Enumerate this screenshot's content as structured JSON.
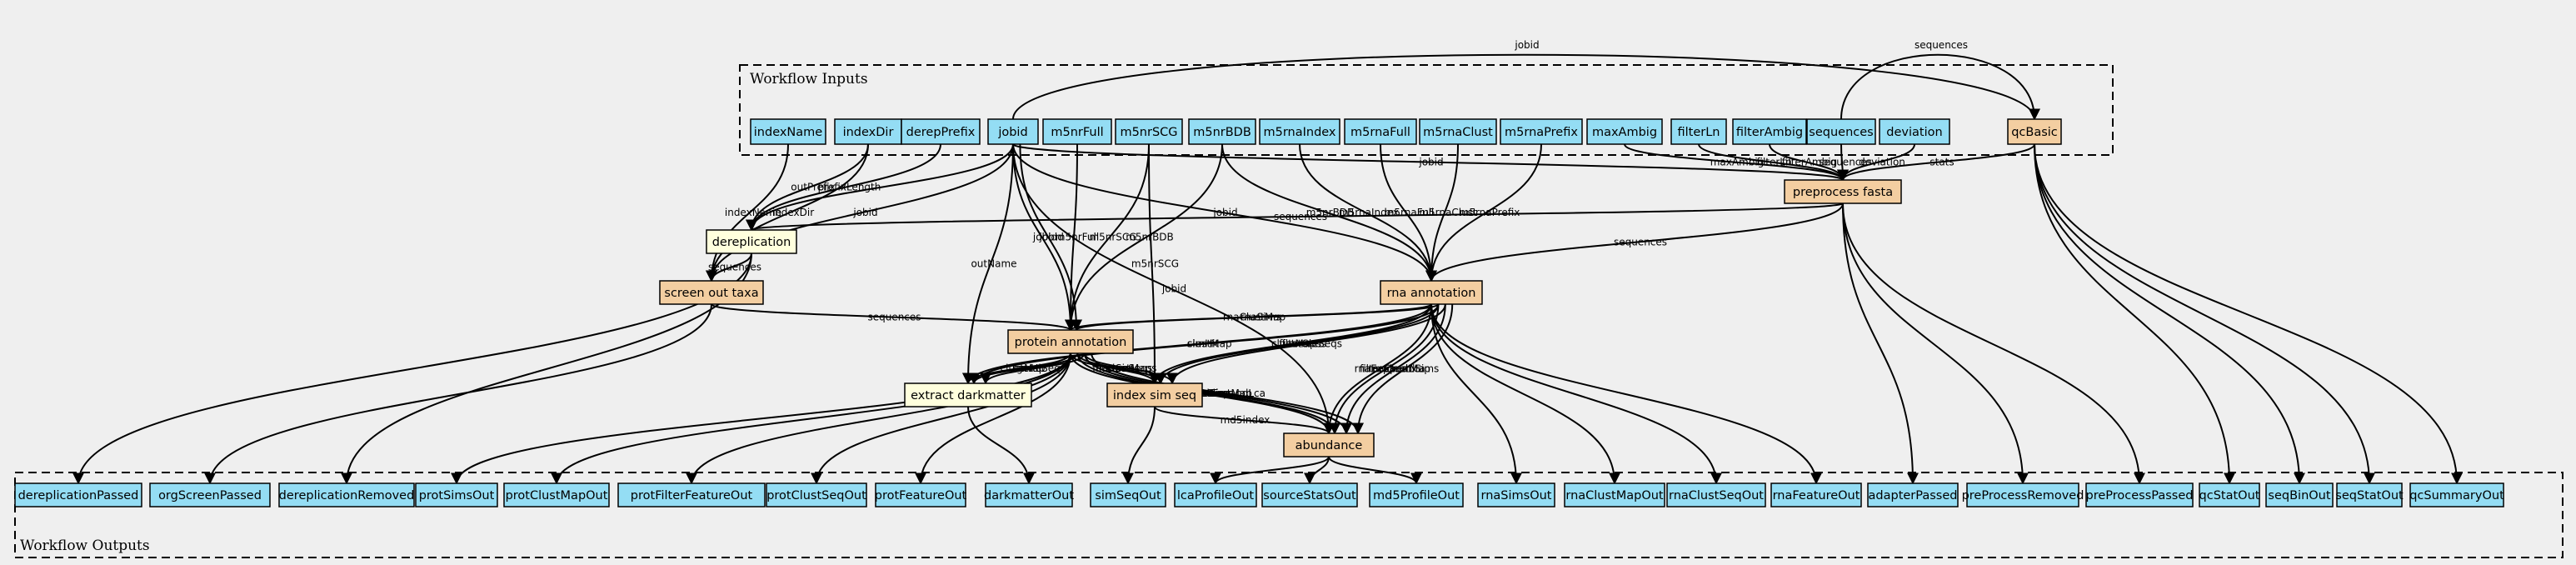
{
  "clusters": {
    "inputs_label": "Workflow Inputs",
    "outputs_label": "Workflow Outputs"
  },
  "colors": {
    "io": "#94DDF4",
    "step": "#F3CEA1",
    "expr": "#FFFFDD",
    "background": "#EFEFEF"
  },
  "inputs": [
    {
      "id": "indexName",
      "label": "indexName"
    },
    {
      "id": "indexDir",
      "label": "indexDir"
    },
    {
      "id": "derepPrefix",
      "label": "derepPrefix"
    },
    {
      "id": "jobid",
      "label": "jobid"
    },
    {
      "id": "m5nrFull",
      "label": "m5nrFull"
    },
    {
      "id": "m5nrSCG",
      "label": "m5nrSCG"
    },
    {
      "id": "m5nrBDB",
      "label": "m5nrBDB"
    },
    {
      "id": "m5rnaIndex",
      "label": "m5rnaIndex"
    },
    {
      "id": "m5rnaFull",
      "label": "m5rnaFull"
    },
    {
      "id": "m5rnaClust",
      "label": "m5rnaClust"
    },
    {
      "id": "m5rnaPrefix",
      "label": "m5rnaPrefix"
    },
    {
      "id": "maxAmbig",
      "label": "maxAmbig"
    },
    {
      "id": "filterLn",
      "label": "filterLn"
    },
    {
      "id": "filterAmbig",
      "label": "filterAmbig"
    },
    {
      "id": "sequences",
      "label": "sequences"
    },
    {
      "id": "deviation",
      "label": "deviation"
    }
  ],
  "steps": [
    {
      "id": "qcBasic",
      "label": "qcBasic"
    },
    {
      "id": "preprocess",
      "label": "preprocess fasta"
    },
    {
      "id": "dereplication",
      "label": "dereplication"
    },
    {
      "id": "screen",
      "label": "screen out taxa"
    },
    {
      "id": "rna",
      "label": "rna annotation"
    },
    {
      "id": "protein",
      "label": "protein annotation"
    },
    {
      "id": "darkmatter",
      "label": "extract darkmatter"
    },
    {
      "id": "simseq",
      "label": "index sim seq"
    },
    {
      "id": "abundance",
      "label": "abundance"
    }
  ],
  "outputs": [
    {
      "id": "dereplicationPassed",
      "label": "dereplicationPassed"
    },
    {
      "id": "orgScreenPassed",
      "label": "orgScreenPassed"
    },
    {
      "id": "dereplicationRemoved",
      "label": "dereplicationRemoved"
    },
    {
      "id": "protSimsOut",
      "label": "protSimsOut"
    },
    {
      "id": "protClustMapOut",
      "label": "protClustMapOut"
    },
    {
      "id": "protFilterFeatureOut",
      "label": "protFilterFeatureOut"
    },
    {
      "id": "protClustSeqOut",
      "label": "protClustSeqOut"
    },
    {
      "id": "protFeatureOut",
      "label": "protFeatureOut"
    },
    {
      "id": "darkmatterOut",
      "label": "darkmatterOut"
    },
    {
      "id": "simSeqOut",
      "label": "simSeqOut"
    },
    {
      "id": "lcaProfileOut",
      "label": "lcaProfileOut"
    },
    {
      "id": "sourceStatsOut",
      "label": "sourceStatsOut"
    },
    {
      "id": "md5ProfileOut",
      "label": "md5ProfileOut"
    },
    {
      "id": "rnaSimsOut",
      "label": "rnaSimsOut"
    },
    {
      "id": "rnaClustMapOut",
      "label": "rnaClustMapOut"
    },
    {
      "id": "rnaClustSeqOut",
      "label": "rnaClustSeqOut"
    },
    {
      "id": "rnaFeatureOut",
      "label": "rnaFeatureOut"
    },
    {
      "id": "adapterPassed",
      "label": "adapterPassed"
    },
    {
      "id": "preProcessRemoved",
      "label": "preProcessRemoved"
    },
    {
      "id": "preProcessPassed",
      "label": "preProcessPassed"
    },
    {
      "id": "qcStatOut",
      "label": "qcStatOut"
    },
    {
      "id": "seqBinOut",
      "label": "seqBinOut"
    },
    {
      "id": "seqStatOut",
      "label": "seqStatOut"
    },
    {
      "id": "qcSummaryOut",
      "label": "qcSummaryOut"
    }
  ],
  "edges": [
    {
      "from": "sequences",
      "to": "qcBasic",
      "label": "sequences"
    },
    {
      "from": "jobid",
      "to": "qcBasic",
      "label": "jobid"
    },
    {
      "from": "maxAmbig",
      "to": "preprocess",
      "label": "maxAmbig"
    },
    {
      "from": "filterLn",
      "to": "preprocess",
      "label": "filterLn"
    },
    {
      "from": "filterAmbig",
      "to": "preprocess",
      "label": "filterAmbig"
    },
    {
      "from": "sequences",
      "to": "preprocess",
      "label": "sequences"
    },
    {
      "from": "deviation",
      "to": "preprocess",
      "label": "deviation"
    },
    {
      "from": "qcBasic",
      "to": "preprocess",
      "label": "stats"
    },
    {
      "from": "jobid",
      "to": "preprocess",
      "label": "jobid"
    },
    {
      "from": "preprocess",
      "to": "dereplication",
      "label": "sequences"
    },
    {
      "from": "derepPrefix",
      "to": "dereplication",
      "label": "prefixLength"
    },
    {
      "from": "indexDir",
      "to": "dereplication",
      "label": "outPrefix"
    },
    {
      "from": "jobid",
      "to": "dereplication",
      "label": ""
    },
    {
      "from": "dereplication",
      "to": "screen",
      "label": "sequences"
    },
    {
      "from": "indexName",
      "to": "screen",
      "label": "indexName"
    },
    {
      "from": "indexDir",
      "to": "screen",
      "label": "indexDir"
    },
    {
      "from": "jobid",
      "to": "screen",
      "label": "jobid"
    },
    {
      "from": "preprocess",
      "to": "rna",
      "label": "sequences"
    },
    {
      "from": "m5rnaIndex",
      "to": "rna",
      "label": "m5rnaIndex"
    },
    {
      "from": "m5rnaFull",
      "to": "rna",
      "label": "m5rnaFull"
    },
    {
      "from": "m5rnaClust",
      "to": "rna",
      "label": "m5rnaClust"
    },
    {
      "from": "m5rnaPrefix",
      "to": "rna",
      "label": "m5rnaPrefix"
    },
    {
      "from": "m5nrBDB",
      "to": "rna",
      "label": "m5nrBDB"
    },
    {
      "from": "jobid",
      "to": "rna",
      "label": "jobid"
    },
    {
      "from": "screen",
      "to": "protein",
      "label": "sequences"
    },
    {
      "from": "rna",
      "to": "protein",
      "label": "rnaClustMap"
    },
    {
      "from": "rna",
      "to": "protein",
      "label": "rnaSims"
    },
    {
      "from": "m5nrFull",
      "to": "protein",
      "label": "m5nrFull"
    },
    {
      "from": "m5nrSCG",
      "to": "protein",
      "label": "m5nrSCG"
    },
    {
      "from": "m5nrBDB",
      "to": "protein",
      "label": "m5nrBDB"
    },
    {
      "from": "jobid",
      "to": "protein",
      "label": "jobid"
    },
    {
      "from": "jobid",
      "to": "protein",
      "label": "jobid"
    },
    {
      "from": "protein",
      "to": "darkmatter",
      "label": "clustMap"
    },
    {
      "from": "protein",
      "to": "darkmatter",
      "label": "simHit"
    },
    {
      "from": "protein",
      "to": "darkmatter",
      "label": "geneSeq"
    },
    {
      "from": "rna",
      "to": "darkmatter",
      "label": "simHit"
    },
    {
      "from": "rna",
      "to": "darkmatter",
      "label": "clustMap"
    },
    {
      "from": "jobid",
      "to": "darkmatter",
      "label": "outName"
    },
    {
      "from": "protein",
      "to": "simseq",
      "label": "filterSims"
    },
    {
      "from": "protein",
      "to": "simseq",
      "label": "featureSeqs"
    },
    {
      "from": "protein",
      "to": "simseq",
      "label": "clustMaps"
    },
    {
      "from": "rna",
      "to": "simseq",
      "label": "clustMaps"
    },
    {
      "from": "rna",
      "to": "simseq",
      "label": "filterSims"
    },
    {
      "from": "rna",
      "to": "simseq",
      "label": "featureSeqs"
    },
    {
      "from": "m5nrSCG",
      "to": "simseq",
      "label": "m5nrSCG"
    },
    {
      "from": "protein",
      "to": "abundance",
      "label": "expandSims"
    },
    {
      "from": "protein",
      "to": "abundance",
      "label": "filterSims"
    },
    {
      "from": "protein",
      "to": "abundance",
      "label": "protClustMap"
    },
    {
      "from": "protein",
      "to": "abundance",
      "label": "protExpandLca"
    },
    {
      "from": "simseq",
      "to": "abundance",
      "label": "md5index"
    },
    {
      "from": "rna",
      "to": "abundance",
      "label": "filterSims"
    },
    {
      "from": "rna",
      "to": "abundance",
      "label": "rnaExpandLca"
    },
    {
      "from": "rna",
      "to": "abundance",
      "label": "rnaClustMap"
    },
    {
      "from": "rna",
      "to": "abundance",
      "label": "expandSims"
    },
    {
      "from": "jobid",
      "to": "abundance",
      "label": "jobid"
    },
    {
      "from": "dereplication",
      "to": "dereplicationPassed",
      "label": ""
    },
    {
      "from": "dereplication",
      "to": "dereplicationRemoved",
      "label": ""
    },
    {
      "from": "screen",
      "to": "orgScreenPassed",
      "label": ""
    },
    {
      "from": "protein",
      "to": "protSimsOut",
      "label": ""
    },
    {
      "from": "protein",
      "to": "protClustMapOut",
      "label": ""
    },
    {
      "from": "protein",
      "to": "protFilterFeatureOut",
      "label": ""
    },
    {
      "from": "protein",
      "to": "protClustSeqOut",
      "label": ""
    },
    {
      "from": "protein",
      "to": "protFeatureOut",
      "label": ""
    },
    {
      "from": "darkmatter",
      "to": "darkmatterOut",
      "label": ""
    },
    {
      "from": "simseq",
      "to": "simSeqOut",
      "label": ""
    },
    {
      "from": "abundance",
      "to": "lcaProfileOut",
      "label": ""
    },
    {
      "from": "abundance",
      "to": "sourceStatsOut",
      "label": ""
    },
    {
      "from": "abundance",
      "to": "md5ProfileOut",
      "label": ""
    },
    {
      "from": "rna",
      "to": "rnaSimsOut",
      "label": ""
    },
    {
      "from": "rna",
      "to": "rnaClustMapOut",
      "label": ""
    },
    {
      "from": "rna",
      "to": "rnaClustSeqOut",
      "label": ""
    },
    {
      "from": "rna",
      "to": "rnaFeatureOut",
      "label": ""
    },
    {
      "from": "preprocess",
      "to": "adapterPassed",
      "label": ""
    },
    {
      "from": "preprocess",
      "to": "preProcessRemoved",
      "label": ""
    },
    {
      "from": "preprocess",
      "to": "preProcessPassed",
      "label": ""
    },
    {
      "from": "qcBasic",
      "to": "qcStatOut",
      "label": ""
    },
    {
      "from": "qcBasic",
      "to": "seqBinOut",
      "label": ""
    },
    {
      "from": "qcBasic",
      "to": "seqStatOut",
      "label": ""
    },
    {
      "from": "qcBasic",
      "to": "qcSummaryOut",
      "label": ""
    }
  ]
}
